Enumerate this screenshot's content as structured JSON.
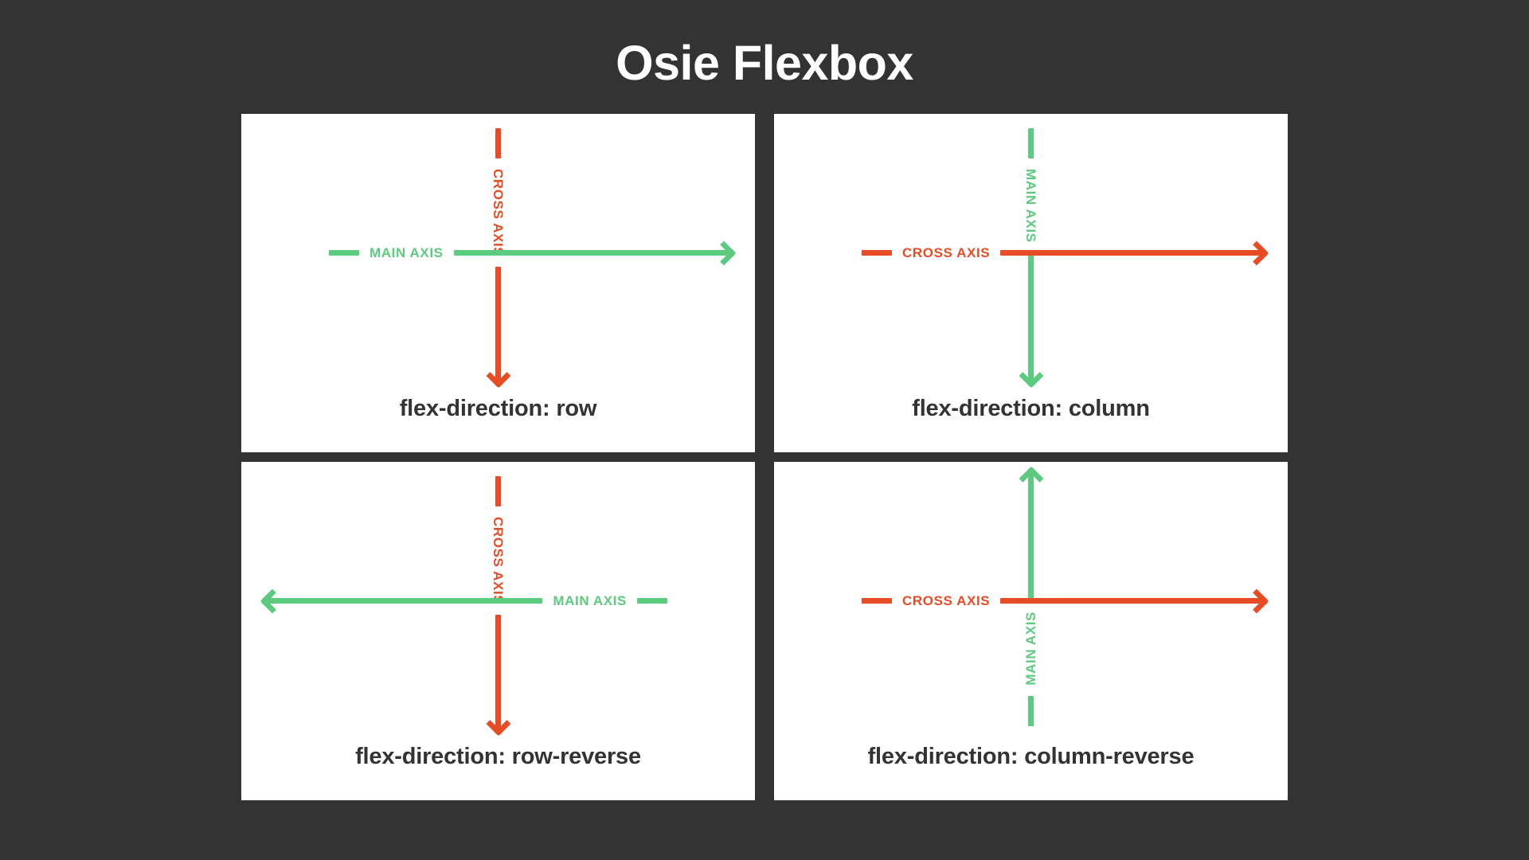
{
  "header": {
    "title": "Osie Flexbox"
  },
  "colors": {
    "background": "#333333",
    "card_background": "#ffffff",
    "title_text": "#ffffff",
    "caption_text": "#333333",
    "main_axis_green": "#5DCB7F",
    "cross_axis_red": "#E74C25"
  },
  "cards": [
    {
      "id": "flex-direction-row",
      "caption": "flex-direction: row",
      "horizontal": {
        "label": "MAIN AXIS",
        "role": "main",
        "color": "#5DCB7F",
        "direction": "right"
      },
      "vertical": {
        "label": "CROSS AXIS",
        "role": "cross",
        "color": "#E74C25",
        "direction": "down",
        "text_rotation": "top-to-bottom"
      }
    },
    {
      "id": "flex-direction-column",
      "caption": "flex-direction: column",
      "horizontal": {
        "label": "CROSS AXIS",
        "role": "cross",
        "color": "#E74C25",
        "direction": "right"
      },
      "vertical": {
        "label": "MAIN AXIS",
        "role": "main",
        "color": "#5DCB7F",
        "direction": "down",
        "text_rotation": "top-to-bottom"
      }
    },
    {
      "id": "flex-direction-row-reverse",
      "caption": "flex-direction: row-reverse",
      "horizontal": {
        "label": "MAIN AXIS",
        "role": "main",
        "color": "#5DCB7F",
        "direction": "left"
      },
      "vertical": {
        "label": "CROSS AXIS",
        "role": "cross",
        "color": "#E74C25",
        "direction": "down",
        "text_rotation": "top-to-bottom"
      }
    },
    {
      "id": "flex-direction-column-reverse",
      "caption": "flex-direction: column-reverse",
      "horizontal": {
        "label": "CROSS AXIS",
        "role": "cross",
        "color": "#E74C25",
        "direction": "right"
      },
      "vertical": {
        "label": "MAIN AXIS",
        "role": "main",
        "color": "#5DCB7F",
        "direction": "up",
        "text_rotation": "bottom-to-top"
      }
    }
  ]
}
